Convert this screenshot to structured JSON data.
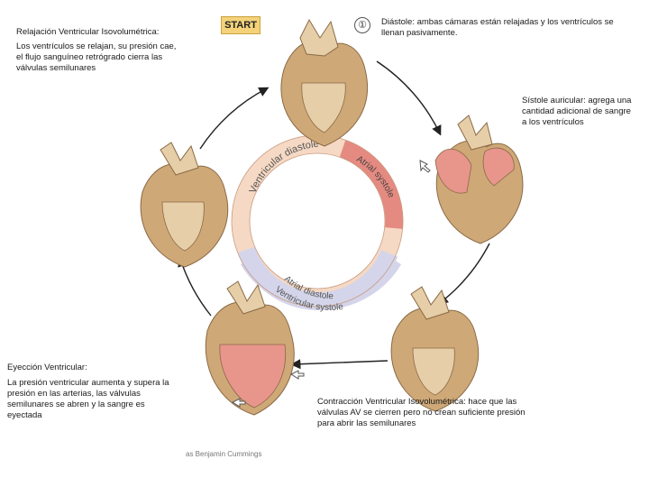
{
  "start_label": "START",
  "step_number": "①",
  "labels": {
    "relaxation_title": "Relajación Ventricular Isovolumétrica:",
    "relaxation_desc_1": "Los ventrículos se relajan, su presión cae,",
    "relaxation_desc_2": "el flujo sanguíneo retrógrado cierra las",
    "relaxation_desc_3": "válvulas semilunares",
    "diastole_1": "Diástole: ambas cámaras están relajadas y los ventrículos se",
    "diastole_2": "llenan pasivamente.",
    "atrial_systole_1": "Sístole auricular: agrega una",
    "atrial_systole_2": "cantidad adicional de sangre",
    "atrial_systole_3": "a los ventrículos",
    "ejection_title": "Eyección Ventricular:",
    "ejection_1": "La presión ventricular aumenta y supera la",
    "ejection_2": "presión en las arterias, las válvulas",
    "ejection_3": "semilunares se abren y la sangre es",
    "ejection_4": "eyectada",
    "contraction_1": "Contracción Ventricular Isovolumétrica: hace que las",
    "contraction_2": "válvulas AV se cierren pero no crean suficiente presión",
    "contraction_3": "para abrir las semilunares"
  },
  "ring": {
    "ventricular_diastole": "Ventricular diastole",
    "atrial_systole": "Atrial systole",
    "atrial_diastole": "Atrial diastole",
    "ventricular_systole": "Ventricular systole"
  },
  "credit": "as Benjamin Cummings",
  "colors": {
    "ring_peach": "#f6d9c4",
    "ring_lavender": "#d4d5ea",
    "ring_red": "#e58a80",
    "heart_tan": "#cfa878",
    "heart_light": "#e6cfa8",
    "heart_pink": "#e8958c"
  }
}
